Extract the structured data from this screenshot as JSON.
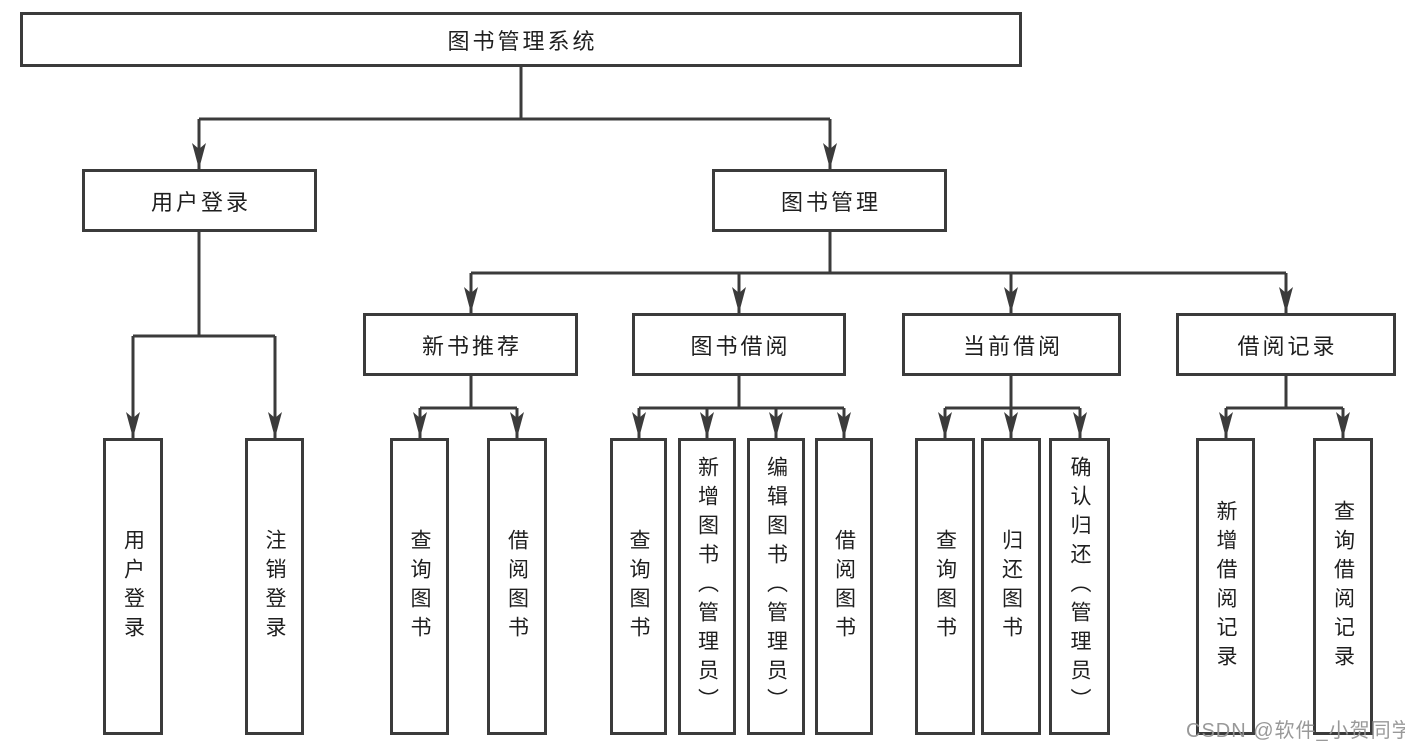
{
  "tree": {
    "label": "图书管理系统",
    "children": [
      {
        "label": "用户登录",
        "children": [
          {
            "label": "用户登录"
          },
          {
            "label": "注销登录"
          }
        ]
      },
      {
        "label": "图书管理",
        "children": [
          {
            "label": "新书推荐",
            "children": [
              {
                "label": "查询图书"
              },
              {
                "label": "借阅图书"
              }
            ]
          },
          {
            "label": "图书借阅",
            "children": [
              {
                "label": "查询图书"
              },
              {
                "label": "新增图书（管理员）"
              },
              {
                "label": "编辑图书（管理员）"
              },
              {
                "label": "借阅图书"
              }
            ]
          },
          {
            "label": "当前借阅",
            "children": [
              {
                "label": "查询图书"
              },
              {
                "label": "归还图书"
              },
              {
                "label": "确认归还（管理员）"
              }
            ]
          },
          {
            "label": "借阅记录",
            "children": [
              {
                "label": "新增借阅记录"
              },
              {
                "label": "查询借阅记录"
              }
            ]
          }
        ]
      }
    ]
  },
  "watermark": {
    "text": "CSDN @软件_小贺同学"
  },
  "colors": {
    "line": "#3b3b3b",
    "box_border": "#3b3b3b",
    "text": "#1f1f1f",
    "watermark": "#949494",
    "background": "#ffffff"
  }
}
